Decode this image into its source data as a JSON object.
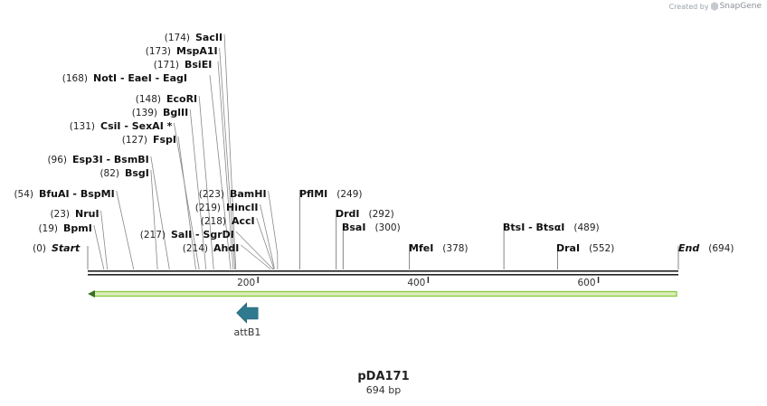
{
  "credit": {
    "prefix": "Created by",
    "brand": "SnapGene"
  },
  "map": {
    "name": "pDA171",
    "length_label": "694 bp",
    "length_bp": 694
  },
  "colors": {
    "backbone": "#222222",
    "feature": "#2f7a8f",
    "primer": "#8cc63f",
    "label_line": "#999999"
  },
  "ticks": [
    200,
    400,
    600
  ],
  "sites": [
    {
      "name": "Start",
      "pos": 0,
      "label": "(0)",
      "italic": true
    },
    {
      "name": "BpmI",
      "pos": 19,
      "label": "(19)"
    },
    {
      "name": "NruI",
      "pos": 23,
      "label": "(23)"
    },
    {
      "name": "BfuAI  -  BspMI",
      "pos": 54,
      "label": "(54)"
    },
    {
      "name": "BsgI",
      "pos": 82,
      "label": "(82)"
    },
    {
      "name": "Esp3I  -  BsmBI",
      "pos": 96,
      "label": "(96)"
    },
    {
      "name": "FspI",
      "pos": 127,
      "label": "(127)"
    },
    {
      "name": "CsiI  -  SexAI *",
      "pos": 131,
      "label": "(131)"
    },
    {
      "name": "BglII",
      "pos": 139,
      "label": "(139)"
    },
    {
      "name": "EcoRI",
      "pos": 148,
      "label": "(148)"
    },
    {
      "name": "NotI  -  EaeI  -  EagI",
      "pos": 168,
      "label": "(168)"
    },
    {
      "name": "BsiEI",
      "pos": 171,
      "label": "(171)"
    },
    {
      "name": "MspA1I",
      "pos": 173,
      "label": "(173)"
    },
    {
      "name": "SacII",
      "pos": 174,
      "label": "(174)"
    },
    {
      "name": "AhdI",
      "pos": 214,
      "label": "(214)"
    },
    {
      "name": "SalI  -  SgrDI",
      "pos": 217,
      "label": "(217)"
    },
    {
      "name": "AccI",
      "pos": 218,
      "label": "(218)"
    },
    {
      "name": "HincII",
      "pos": 219,
      "label": "(219)"
    },
    {
      "name": "BamHI",
      "pos": 223,
      "label": "(223)"
    },
    {
      "name": "PflMI",
      "pos": 249,
      "label": "(249)"
    },
    {
      "name": "DrdI",
      "pos": 292,
      "label": "(292)"
    },
    {
      "name": "BsaI",
      "pos": 300,
      "label": "(300)"
    },
    {
      "name": "MfeI",
      "pos": 378,
      "label": "(378)"
    },
    {
      "name": "BtsI  -  BtsαI",
      "pos": 489,
      "label": "(489)"
    },
    {
      "name": "DraI",
      "pos": 552,
      "label": "(552)"
    },
    {
      "name": "End",
      "pos": 694,
      "label": "(694)",
      "italic": true
    }
  ],
  "features": [
    {
      "name": "attB1",
      "start": 175,
      "end": 200,
      "direction": "reverse",
      "color": "#2f7a8f"
    }
  ],
  "primer": {
    "start": 0,
    "end": 694,
    "direction": "reverse",
    "color": "#8cc63f"
  }
}
